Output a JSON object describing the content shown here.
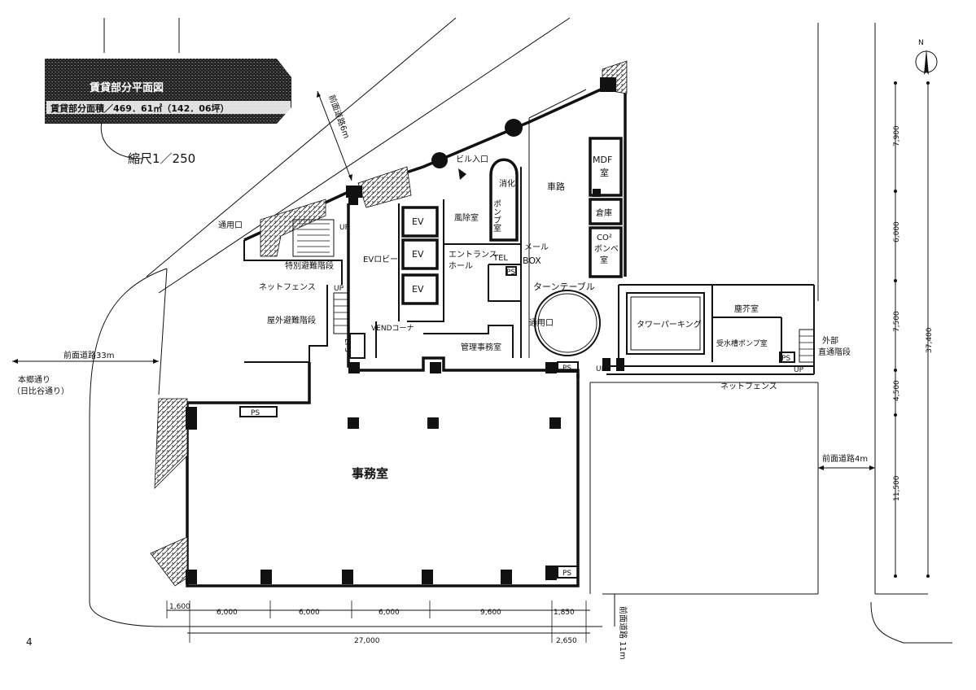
{
  "header": {
    "title": "賃貸部分平面図",
    "area": "賃貸部分面積／469．61㎡（142．06坪）",
    "scale": "縮尺1／250"
  },
  "page_number": "4",
  "streets": {
    "left_road": "前面道路33m",
    "left_street_name": "本郷通り",
    "left_street_alt": "（日比谷通り）",
    "top_road": "前面道路6m",
    "right_road": "前面道路4m",
    "bottom_road": "前面道路 11m"
  },
  "rooms": {
    "office": "事務室",
    "ev": "EV",
    "ev_lobby": "EVロビー",
    "windbreak": "風除室",
    "entrance_1": "エントランス",
    "entrance_2": "ホール",
    "fire_pump_1": "消化",
    "fire_pump_2": "ポンプ室",
    "mdf_1": "MDF",
    "mdf_2": "室",
    "storage": "倉庫",
    "co2_1": "CO²",
    "co2_2": "ボンベ",
    "co2_3": "室",
    "mail_1": "メール",
    "mail_2": "BOX",
    "tel": "TEL",
    "ps": "PS",
    "eps": "EPS",
    "turntable": "ターンテーブル",
    "tower_parking": "タワーパーキング",
    "waste": "塵芥室",
    "water_pump": "受水槽ポンプ室",
    "management": "管理事務室",
    "vend": "VENDコーナ",
    "building_entrance": "ビル入口",
    "service_entrance": "通用口",
    "service_entrance_2": "通用口",
    "special_stair": "特別避難階段",
    "outdoor_stair": "屋外避難階段",
    "net_fence": "ネットフェンス",
    "net_fence_2": "ネットフェンス",
    "driveway": "車路",
    "ext_stair_1": "外部",
    "ext_stair_2": "直通階段",
    "up": "UP"
  },
  "dimensions": {
    "bottom_spans": [
      "1,600",
      "6,000",
      "6,000",
      "6,000",
      "9,600",
      "1,850"
    ],
    "bottom_total": "27,000",
    "bottom_extra": "2,650",
    "right_spans": [
      "7,900",
      "6,000",
      "7,500",
      "4,500",
      "11,500"
    ],
    "right_total": "37,400"
  },
  "compass": {
    "label": "N"
  }
}
